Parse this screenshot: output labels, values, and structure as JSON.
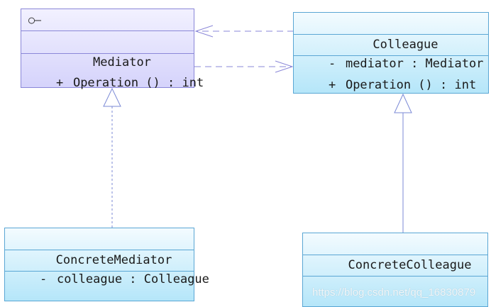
{
  "classes": {
    "mediator": {
      "name": "Mediator",
      "icon": "interface-lollipop-icon",
      "attributes": [],
      "operations": [
        {
          "visibility": "+",
          "signature": "Operation () : int"
        }
      ]
    },
    "colleague": {
      "name": "Colleague",
      "attributes": [
        {
          "visibility": "-",
          "signature": "mediator : Mediator"
        }
      ],
      "operations": [
        {
          "visibility": "+",
          "signature": "Operation () : int"
        }
      ]
    },
    "concrete_mediator": {
      "name": "ConcreteMediator",
      "attributes": [
        {
          "visibility": "-",
          "signature": "colleague : Colleague"
        }
      ],
      "operations": []
    },
    "concrete_colleague": {
      "name": "ConcreteColleague",
      "attributes": [],
      "operations": []
    }
  },
  "relations": [
    {
      "from": "colleague",
      "to": "mediator",
      "kind": "dependency"
    },
    {
      "from": "mediator",
      "to": "colleague",
      "kind": "dependency"
    },
    {
      "from": "concrete_mediator",
      "to": "mediator",
      "kind": "realization"
    },
    {
      "from": "concrete_colleague",
      "to": "colleague",
      "kind": "generalization"
    }
  ],
  "colors": {
    "interface_border": "#8a87d8",
    "concrete_border": "#5aa6d4",
    "dependency_line": "#8a87d8",
    "inheritance_line": "#7b8ad6"
  },
  "watermark": "https://blog.csdn.net/qq_16830879"
}
